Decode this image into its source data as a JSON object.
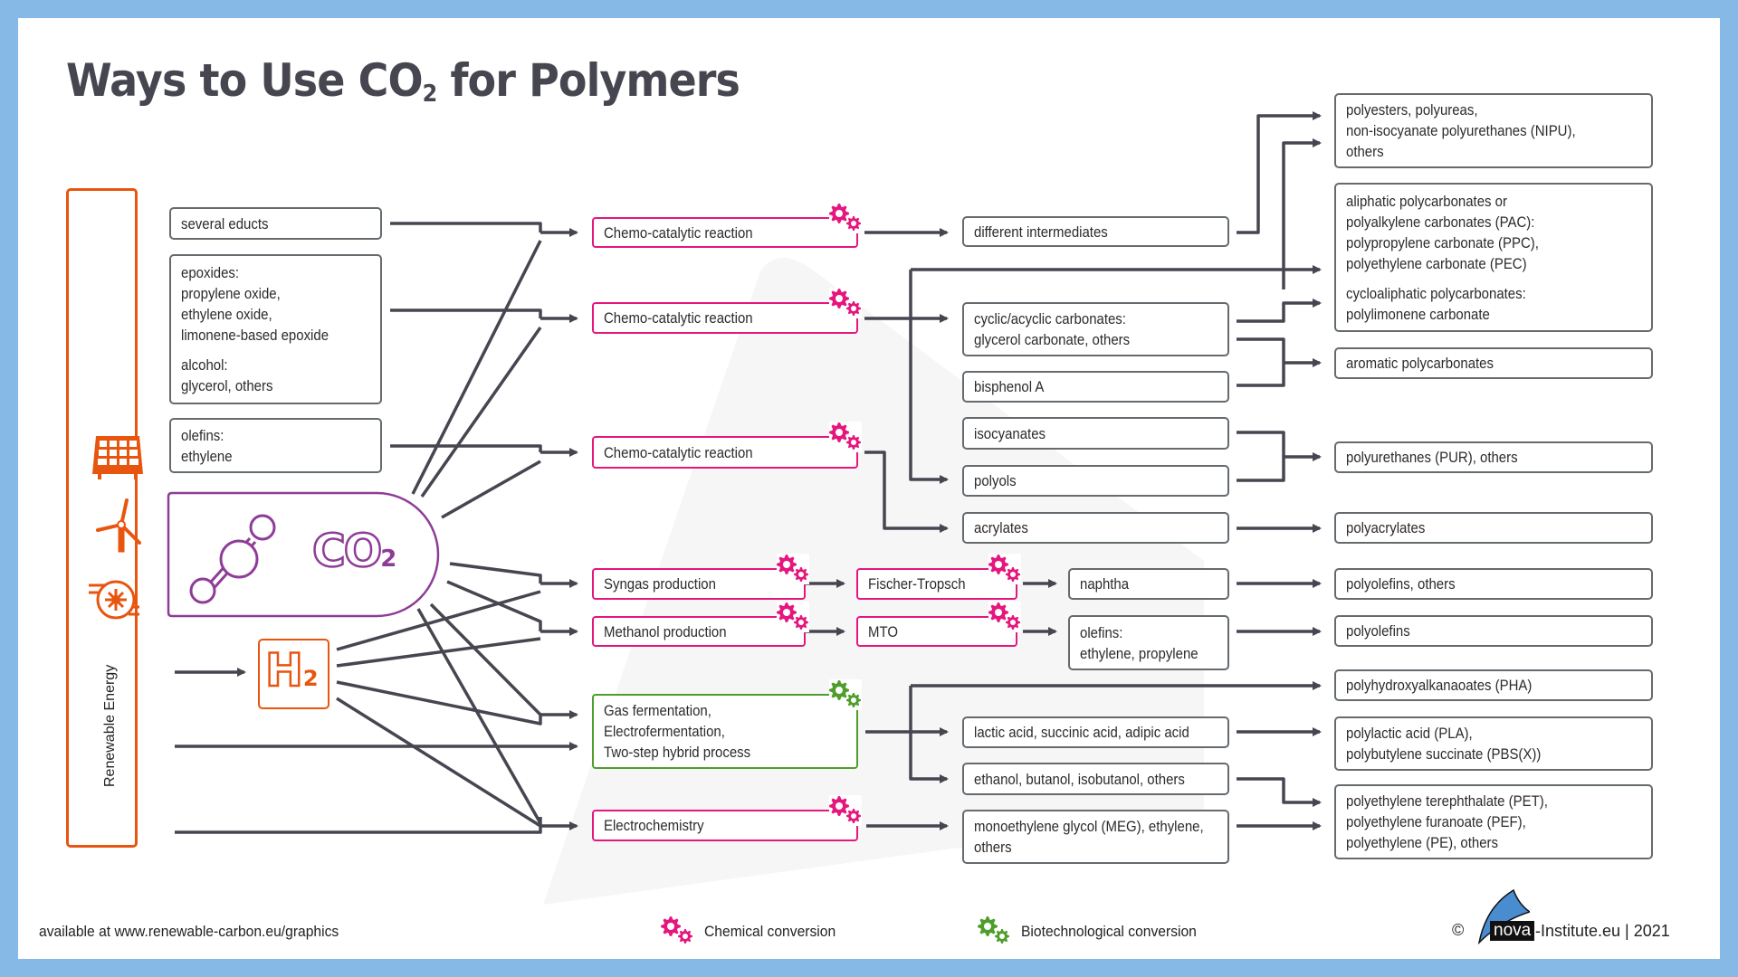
{
  "title": {
    "main": "Ways to Use CO",
    "sub": "2",
    "rest": " for Polymers"
  },
  "renewable_energy": {
    "label": "Renewable Energy",
    "icons": [
      "solar-panel-icon",
      "wind-turbine-icon",
      "hydro-turbine-icon"
    ]
  },
  "inputs": {
    "several_educts": [
      "several educts"
    ],
    "epoxides": [
      "epoxides:",
      "propylene oxide,",
      "ethylene oxide,",
      "limonene-based epoxide"
    ],
    "alcohol": [
      "alcohol:",
      "glycerol, others"
    ],
    "olefins": [
      "olefins:",
      "ethylene"
    ],
    "co2": {
      "label": "CO",
      "sub": "2"
    },
    "h2": {
      "label": "H",
      "sub": "2"
    }
  },
  "processes": {
    "chemo1": "Chemo-catalytic reaction",
    "chemo2": "Chemo-catalytic reaction",
    "chemo3": "Chemo-catalytic reaction",
    "syngas": "Syngas production",
    "methanol": "Methanol production",
    "fischer_tropsch": "Fischer-Tropsch",
    "mto": "MTO",
    "gas_fermentation": [
      "Gas fermentation,",
      "Electrofermentation,",
      "Two-step hybrid process"
    ],
    "electrochemistry": "Electrochemistry"
  },
  "intermediates": {
    "different": [
      "different intermediates"
    ],
    "carbonates": [
      "cyclic/acyclic carbonates:",
      "glycerol carbonate, others"
    ],
    "bisphenol": [
      "bisphenol A"
    ],
    "isocyanates": [
      "isocyanates"
    ],
    "polyols": [
      "polyols"
    ],
    "acrylates": [
      "acrylates"
    ],
    "naphtha": [
      "naphtha"
    ],
    "olefins": [
      "olefins:",
      "ethylene, propylene"
    ],
    "acids": [
      "lactic acid, succinic acid, adipic acid"
    ],
    "alcohols": [
      "ethanol, butanol, isobutanol, others"
    ],
    "meg": [
      "monoethylene glycol (MEG), ethylene,",
      "others"
    ]
  },
  "polymers": {
    "polyesters": [
      "polyesters, polyureas,",
      "non-isocyanate polyurethanes (NIPU),",
      "others"
    ],
    "aliphatic": [
      "aliphatic polycarbonates or",
      "polyalkylene carbonates (PAC):",
      "polypropylene carbonate (PPC),",
      "polyethylene carbonate (PEC)"
    ],
    "cycloaliphatic": [
      "cycloaliphatic polycarbonates:",
      "polylimonene carbonate"
    ],
    "aromatic": [
      "aromatic polycarbonates"
    ],
    "pur": [
      "polyurethanes (PUR), others"
    ],
    "polyacrylates": [
      "polyacrylates"
    ],
    "polyolefins_others": [
      "polyolefins, others"
    ],
    "polyolefins": [
      "polyolefins"
    ],
    "pha": [
      "polyhydroxyalkanaoates (PHA)"
    ],
    "pla": [
      "polylactic acid (PLA),",
      "polybutylene succinate (PBS(X))"
    ],
    "pet": [
      "polyethylene terephthalate (PET),",
      "polyethylene furanoate (PEF),",
      "polyethylene (PE), others"
    ]
  },
  "footer": {
    "source": "available at www.renewable-carbon.eu/graphics",
    "legend_chemical": "Chemical conversion",
    "legend_bio": "Biotechnological conversion",
    "copyright_symbol": "©",
    "logo_text": "nova",
    "copyright_rest": "-Institute.eu | 2021"
  },
  "colors": {
    "chemical": "#e5177e",
    "biotech": "#4f9d2a",
    "renewable": "#e8550f",
    "co2": "#8e3d97",
    "line": "#464650",
    "border": "#86b9e6"
  }
}
